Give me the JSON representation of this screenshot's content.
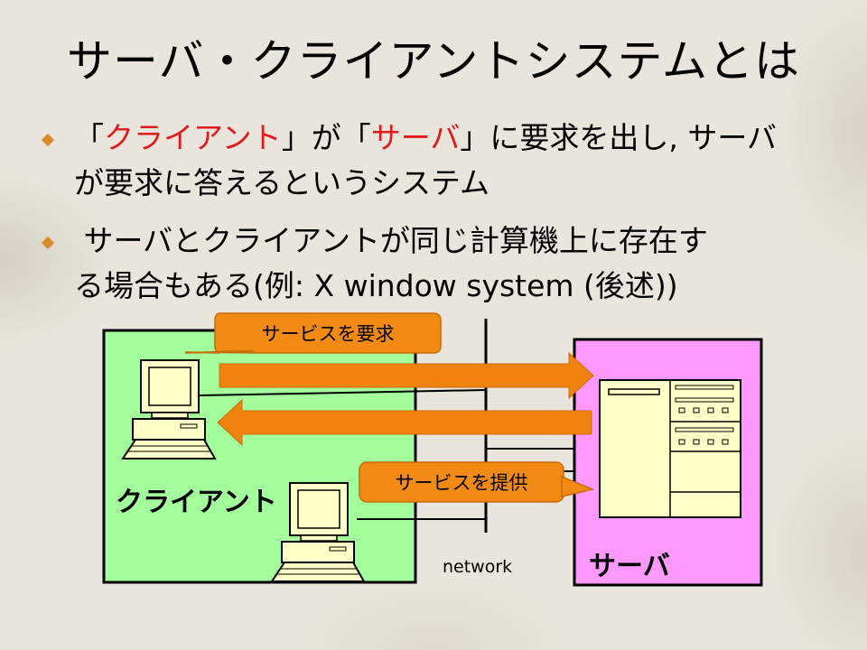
{
  "slide": {
    "title": "サーバ・クライアントシステムとは",
    "bullet1": {
      "p1": "「",
      "client": "クライアント",
      "p2": "」が「",
      "server": "サーバ",
      "p3": "」に要求を出し, サーバ",
      "line2": "が要求に答えるというシステム"
    },
    "bullet2": {
      "line1": " サーバとクライアントが同じ計算機上に存在す",
      "line2": "る場合もある(例: X window system (後述))"
    }
  },
  "diagram": {
    "request_label": "サービスを要求",
    "provide_label": "サービスを提供",
    "client_label": "クライアント",
    "server_label": "サーバ",
    "network_label": "network"
  },
  "colors": {
    "client_area": "#a3ff9c",
    "server_area": "#ff99ff",
    "arrow": "#f0820f",
    "callout": "#f28a14",
    "bullet": "#d98a2a",
    "highlight": "#e11b1b",
    "screen": "#ffffc8"
  }
}
